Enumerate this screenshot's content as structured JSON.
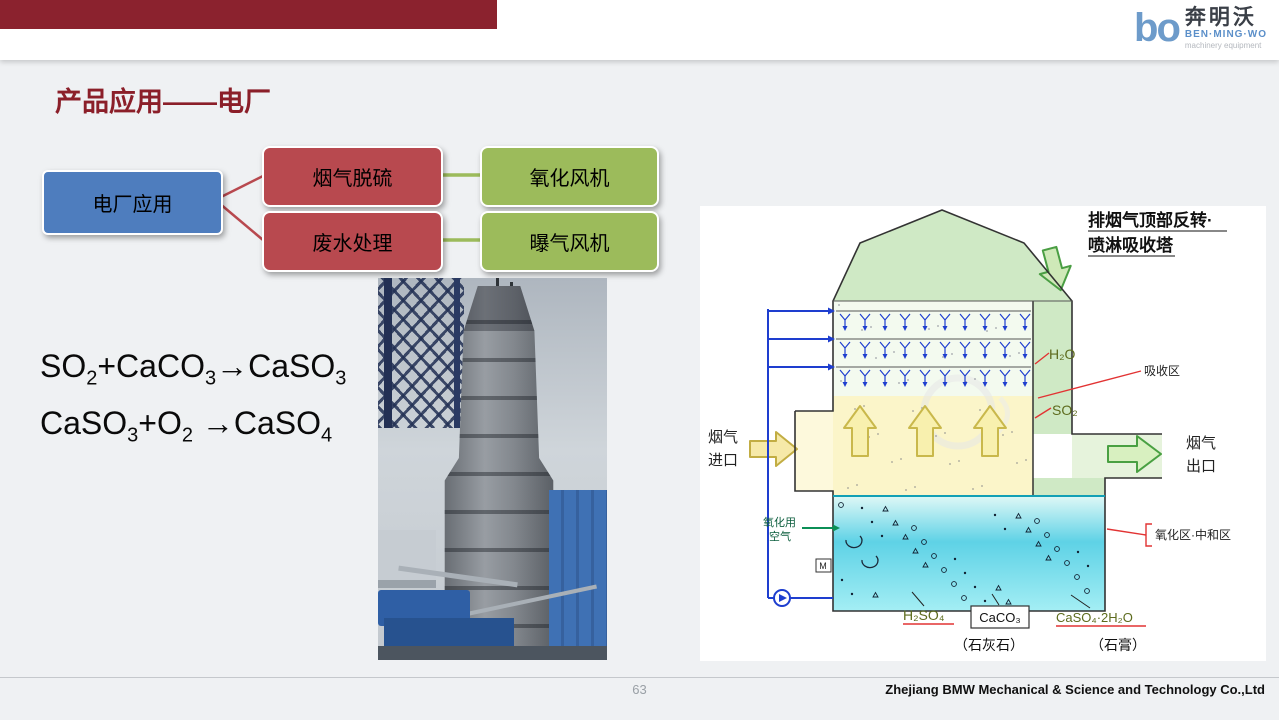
{
  "header": {
    "accent_color": "#8b222e",
    "logo": {
      "mark": "bo",
      "name_cn": "奔明沃",
      "name_en": "BEN·MING·WO",
      "tagline": "machinery equipment"
    }
  },
  "slide": {
    "title": "产品应用——电厂",
    "flowchart": {
      "root": {
        "label": "电厂应用",
        "color": "#4e7dbe"
      },
      "branches": [
        {
          "label": "烟气脱硫",
          "color": "#b8494f",
          "leaf": {
            "label": "氧化风机",
            "color": "#9cbb5b"
          }
        },
        {
          "label": "废水处理",
          "color": "#b8494f",
          "leaf": {
            "label": "曝气风机",
            "color": "#9cbb5b"
          }
        }
      ],
      "connector_colors": {
        "root_to_branch": "#b8494f",
        "branch_to_leaf": "#9cbb5b"
      }
    },
    "equations": [
      {
        "segments": [
          {
            "t": "SO"
          },
          {
            "sub": "2"
          },
          {
            "t": "+CaCO"
          },
          {
            "sub": "3"
          },
          {
            "t": "→CaSO"
          },
          {
            "sub": "3"
          }
        ]
      },
      {
        "segments": [
          {
            "t": "CaSO"
          },
          {
            "sub": "3"
          },
          {
            "t": "+O"
          },
          {
            "sub": "2"
          },
          {
            "t": " →CaSO"
          },
          {
            "sub": "4"
          }
        ]
      }
    ]
  },
  "diagram": {
    "title_line1": "排烟气顶部反转·",
    "title_line2": "喷淋吸收塔",
    "labels": {
      "h2o": "H₂O",
      "so2": "SO₂",
      "absorption_zone": "吸收区",
      "oxidation_zone": "氧化区·中和区",
      "flue_in_1": "烟气",
      "flue_in_2": "进口",
      "flue_out_1": "烟气",
      "flue_out_2": "出口",
      "air_1": "氧化用",
      "air_2": "空气",
      "agitator": "M",
      "h2so4": "H₂SO₄",
      "caco3": "CaCO₃",
      "caso4_gypsum": "CaSO₄·2H₂O",
      "limestone": "（石灰石）",
      "gypsum": "（石膏）"
    }
  },
  "footer": {
    "page_number": "63",
    "company": "Zhejiang BMW Mechanical & Science and Technology Co.,Ltd"
  }
}
